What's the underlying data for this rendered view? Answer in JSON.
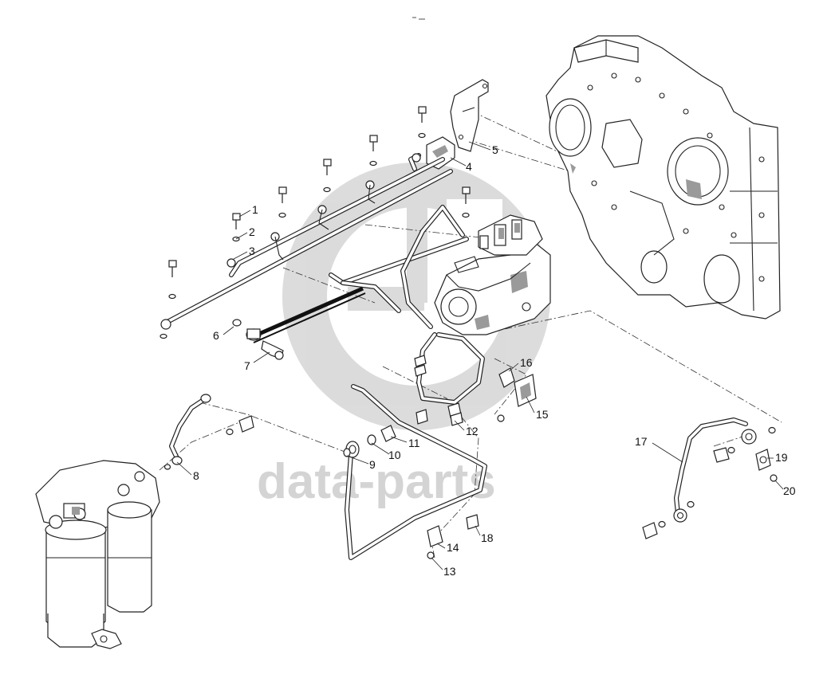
{
  "watermark": {
    "text": "data-parts",
    "logo": "gp-logo-watermark",
    "color": "#d4d4d4"
  },
  "callouts": [
    "1",
    "2",
    "3",
    "4",
    "5",
    "6",
    "7",
    "8",
    "9",
    "10",
    "11",
    "12",
    "13",
    "14",
    "15",
    "16",
    "17",
    "18",
    "19",
    "20"
  ],
  "parts": [
    "fuel-injection-line-rail",
    "mounting-bracket",
    "high-pressure-fuel-pump",
    "engine-timing-gear-housing",
    "fuel-filter-assembly",
    "fuel-return-pipe",
    "fuel-feed-pipe",
    "banjo-fitting-pipe"
  ]
}
